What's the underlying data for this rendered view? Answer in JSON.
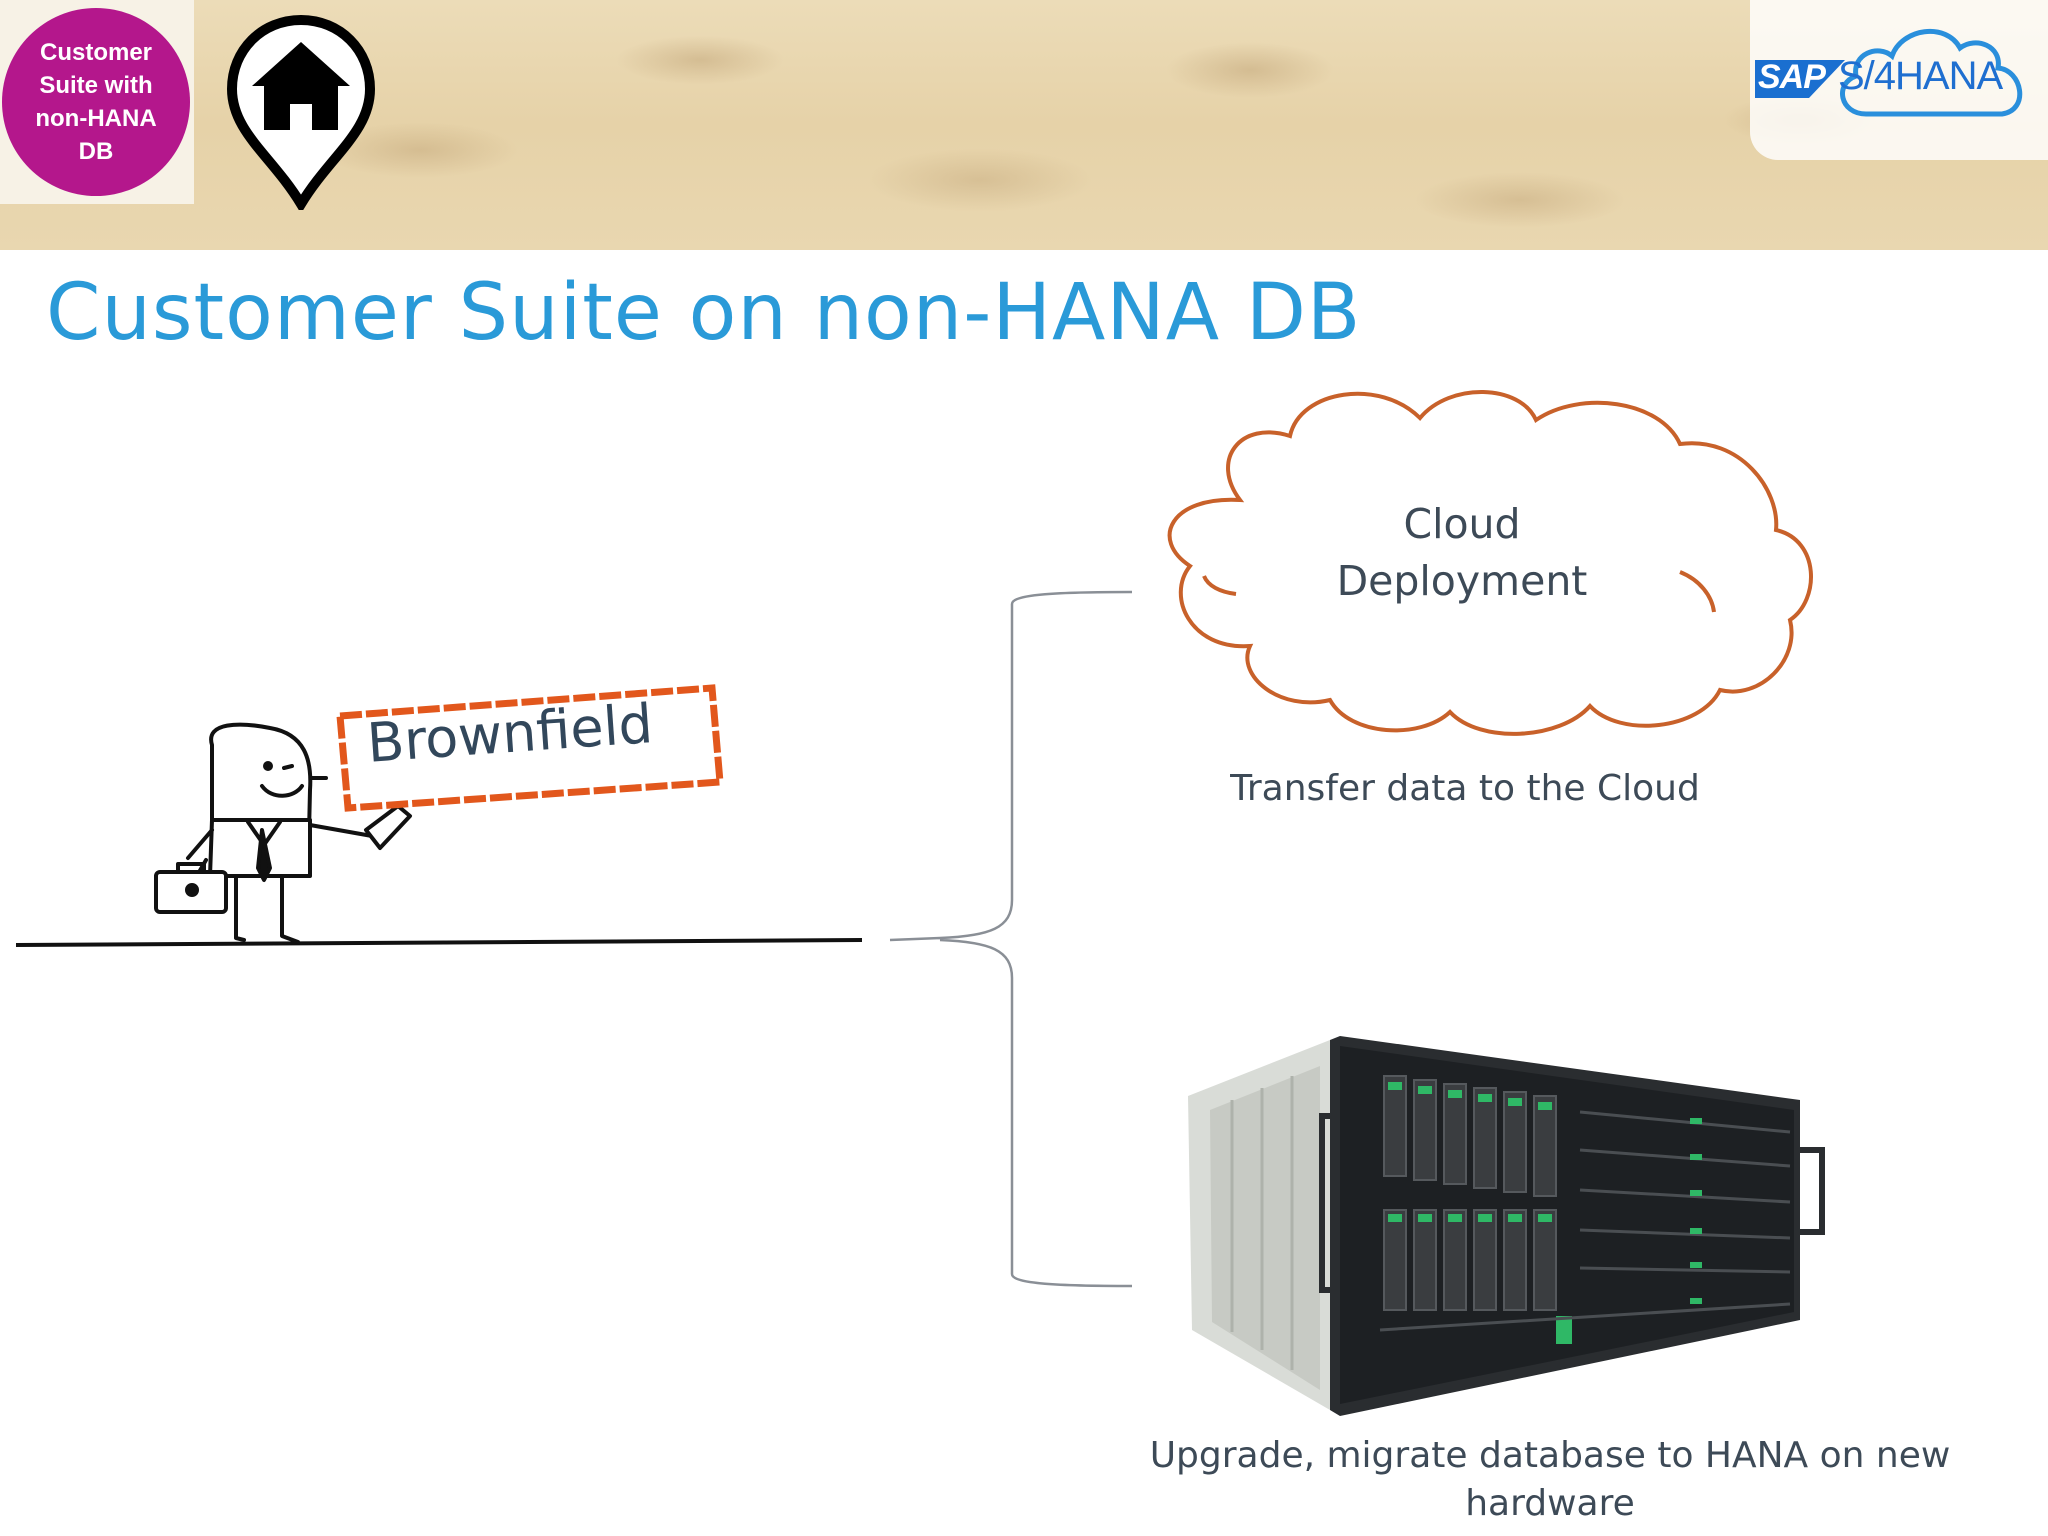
{
  "header": {
    "badge_text": "Customer Suite with non-HANA DB",
    "home_icon": "home-location-pin-icon",
    "logo": {
      "sap": "SAP",
      "product": "S/4HANA",
      "icon": "cloud-icon"
    }
  },
  "slide": {
    "title": "Customer Suite on non-HANA DB"
  },
  "diagram": {
    "sign_label": "Brownfield",
    "figure_icon": "businessman-pointing-icon",
    "cloud": {
      "label_line1": "Cloud",
      "label_line2": "Deployment",
      "caption": "Transfer data to the Cloud"
    },
    "server": {
      "icon": "rack-server-icon",
      "caption": "Upgrade, migrate database to HANA on new hardware"
    }
  },
  "colors": {
    "title": "#2a9ad8",
    "badge": "#b4178c",
    "sign_border": "#e2571c",
    "cloud_outline": "#c8612a",
    "caption_text": "#3d4a57"
  }
}
